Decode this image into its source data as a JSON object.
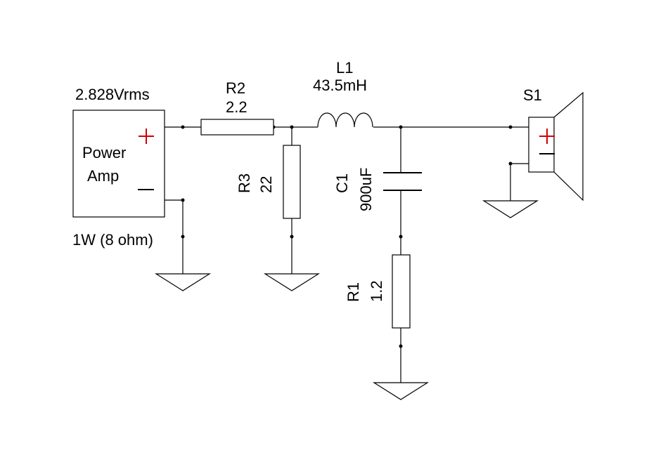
{
  "amp": {
    "voltage": "2.828Vrms",
    "line1": "Power",
    "line2": "Amp",
    "rating": "1W (8 ohm)"
  },
  "r2": {
    "ref": "R2",
    "value": "2.2"
  },
  "r3": {
    "ref": "R3",
    "value": "22"
  },
  "l1": {
    "ref": "L1",
    "value": "43.5mH"
  },
  "c1": {
    "ref": "C1",
    "value": "900uF"
  },
  "r1": {
    "ref": "R1",
    "value": "1.2"
  },
  "s1": {
    "ref": "S1"
  },
  "colors": {
    "wire": "#000000",
    "polarity_plus": "#d00000"
  }
}
